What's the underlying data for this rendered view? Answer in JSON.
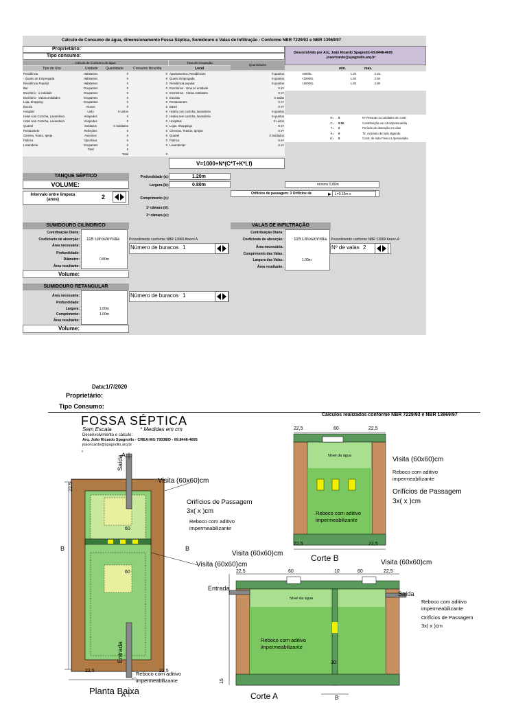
{
  "sheet": {
    "title": "Cálculo de Consumo de água, dimensionamento Fossa Séptica, Sumidouro e Valas de Infiltração - Conforme NBR 7229/93 e NBR 13969/97",
    "owner_label": "Proprietário:",
    "consumption_label": "Tipo consumo:",
    "dev_line1": "Desenvolvido por Arq. João Ricardo Spagnollo 69.8448-4695",
    "dev_line2": "joaoricardo@spagnollo.arq.br",
    "calc_header": "Cálculo de Consumo de água",
    "occ_header": "Taxa de Ocupação",
    "qty_header": "Quantidades",
    "col_use": "Tipo de Uso",
    "col_unit": "Unidade",
    "col_qty": "Quantidade",
    "col_cons": "Consumo litros/dia",
    "col_local": "Local",
    "min_label": "min.",
    "max_label": "max.",
    "use_rows": [
      {
        "use": "Residência",
        "unit": "Habitantes",
        "qty": "0",
        "cons": "0",
        "local": "Apartamentos, Residências",
        "q": "0 quartos"
      },
      {
        "use": "- Quarto de Empregada",
        "unit": "Habitantes",
        "qty": "0",
        "cons": "0",
        "local": "Quarto Empregada",
        "q": "0 quartos"
      },
      {
        "use": "Residência Popular",
        "unit": "Habitantes",
        "qty": "0",
        "cons": "0",
        "local": "Residência popular",
        "q": "0 quartos"
      },
      {
        "use": "Bar",
        "unit": "Ocupantes",
        "qty": "0",
        "cons": "0",
        "local": "Escritórios - Uma só entidade",
        "q": "0 m²"
      },
      {
        "use": "Escritório - 1 entidade",
        "unit": "Ocupantes",
        "qty": "0",
        "cons": "0",
        "local": "Escritórios - Várias entidades",
        "q": "0 m²"
      },
      {
        "use": "Escritório - Várias entidades",
        "unit": "Ocupantes",
        "qty": "0",
        "cons": "0",
        "local": "Escolas",
        "q": "0 Salas"
      },
      {
        "use": "Loja, Shopping",
        "unit": "Ocupantes",
        "qty": "0",
        "cons": "0",
        "local": "Restaurantes",
        "q": "0 m²"
      },
      {
        "use": "Escola",
        "unit": "Alunos",
        "qty": "0",
        "cons": "0",
        "local": "Bares",
        "q": "0 m²"
      },
      {
        "use": "Hospital",
        "unit": "Leito",
        "qty": "0 Leitos",
        "cons": "0",
        "local": "Hotéis com cozinha, lavanderia",
        "q": "0 quartos"
      },
      {
        "use": "Hotel com Cozinha, Lavanderia",
        "unit": "Hóspedes",
        "qty": "0",
        "cons": "0",
        "local": "Hotéis sem cozinha, lavanderia",
        "q": "0 quartos"
      },
      {
        "use": "Hotel sem Cozinha, Lavanderia",
        "unit": "Hóspedes",
        "qty": "0",
        "cons": "0",
        "local": "Hospitais",
        "q": "0 Leitos"
      },
      {
        "use": "Quartel",
        "unit": "Soldados",
        "qty": "0 Soldados",
        "cons": "0",
        "local": "Lojas, Shoppings",
        "q": "0 m²"
      },
      {
        "use": "Restaurante",
        "unit": "Refeições",
        "qty": "0",
        "cons": "0",
        "local": "Cinemas, Teatros, Igrejas",
        "q": "0 m²"
      },
      {
        "use": "Cinema, Teatro, Igreja",
        "unit": "Assentos",
        "qty": "0",
        "cons": "0",
        "local": "Quartel",
        "q": "0 Soldados"
      },
      {
        "use": "Fábrica",
        "unit": "Operários",
        "qty": "0",
        "cons": "0",
        "local": "Fábrica",
        "q": "0 m²"
      },
      {
        "use": "Lavanderia",
        "unit": "Ocupantes",
        "qty": "0",
        "cons": "0",
        "local": "Lavanderias",
        "q": "0 m²"
      },
      {
        "use": "",
        "unit": "Total",
        "qty": "0",
        "cons": "",
        "local": "",
        "q": ""
      },
      {
        "use": "",
        "unit": "",
        "qty": "Total",
        "cons": "0",
        "local": "",
        "q": ""
      }
    ],
    "cap_rows": [
      {
        "c1": "<6000L",
        "min": "1.20",
        "max": "2.20"
      },
      {
        "c1": "<10000L",
        "min": "1.50",
        "max": "2.50"
      },
      {
        "c1": ">10000L",
        "min": "1.80",
        "max": "2.80"
      }
    ],
    "param_rows": [
      {
        "k": "N=",
        "v": "0",
        "d": "Nº Pessoas ou unidades de contr."
      },
      {
        "k": "C=",
        "v": "0.00",
        "d": "Contribuição em Litros/pessoa/dia"
      },
      {
        "k": "T=",
        "v": "0",
        "d": "Período de detenção em dias"
      },
      {
        "k": "K=",
        "v": "0",
        "d": "Tx. Acúmulo de lodo digerido"
      },
      {
        "k": "Lf=",
        "v": "0",
        "d": "Contr. de lodo Fresco L/pessoa/dia"
      }
    ],
    "formula": "V=1000+N*(C*T+K*Lf)",
    "tank_title": "TANQUE SÉPTICO",
    "volume_label": "VOLUME:",
    "interval_label": "Intervalo entre limpeza (anos)",
    "interval_value": "2",
    "prof_label": "Profundidade (a):",
    "prof_value": "1.20m",
    "larg_label": "Largura (b):",
    "larg_value": "0.80m",
    "comp_label": "Comprimento (c):",
    "cam1_label": "1ª câmara (d):",
    "cam2_label": "2ª câmara (e):",
    "min_width_note": "mínimo 0,80m",
    "orifice_label": "Orifícios de passagem: 3 Orifícios de",
    "orifice_value": "L=0.15m x",
    "sum_cyl_title": "SUMIDOURO CILÍNDRICO",
    "contrib_label": "Contribuição Diária:",
    "absorp_label": "Coeficiente de absorção:",
    "absorp_value": "115 Litros/m²/dia",
    "proc_note": "Procedimento conforme NBR 13969 Anexo A",
    "area_nec_label": "Área necessária:",
    "holes_label": "Número de buracos",
    "holes_value": "1",
    "depth_label": "Profundidade:",
    "diam_label": "Diâmetro:",
    "diam_value": "0.80m",
    "area_res_label": "Área resultante:",
    "volume_label2": "Volume:",
    "valas_title": "VALAS DE INFILTRAÇÃO",
    "valas_count_label": "Nº de valas",
    "valas_count": "2",
    "comp_valas_label": "Comprimento das Valas:",
    "larg_valas_label": "Largura das Valas:",
    "larg_valas_value": "1.00m",
    "sum_ret_title": "SUMIDOURO RETANGULAR",
    "larg_label2": "Largura:",
    "larg_value2": "1.00m",
    "comp_label2": "Comprimento:",
    "comp_value2": "1.00m"
  },
  "drawing": {
    "date_label": "Data:1/7/2020",
    "owner_label": "Proprietário:",
    "consumption_label": "Tipo Consumo:",
    "norm_note": "Cálculos realizados conforme NBR 7229/93 e NBR 13969/97",
    "title": "FOSSA SÉPTICA",
    "scale": "Sem Escala",
    "units": "* Medidas em cm",
    "dev1": "Desenvolvimento e cálculo:",
    "dev2": "Arq. João Ricardo Spagnollo - CREA-MG 79338/D - 69.8448-4695",
    "dev3": "joaoricardo@spagnollo.arq.br",
    "visita": "Visita (60x60)cm",
    "orificios": "Orifícios de Passagem",
    "orif_dim": "3x(    x    )cm",
    "reboco1": "Reboco com aditivo",
    "reboco2": "impermeabilizante",
    "nivel": "Nível da água",
    "saida": "Saída",
    "entrada": "Entrada",
    "planta": "Planta Baixa",
    "corteA": "Corte A",
    "corteB": "Corte B",
    "A": "A",
    "B": "B",
    "d225": "22,5",
    "d60": "60",
    "d10": "10",
    "d30": "30",
    "d15": "15"
  }
}
